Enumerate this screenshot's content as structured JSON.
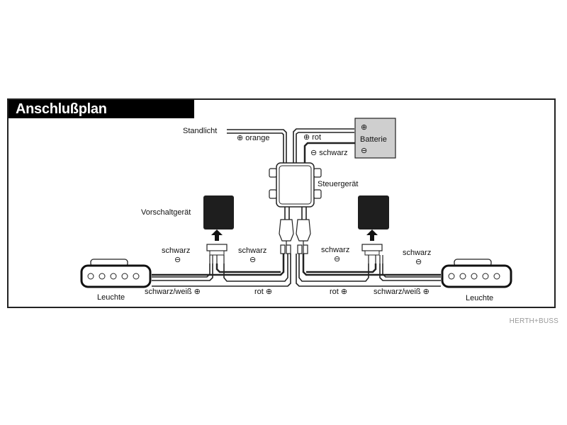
{
  "title": "Anschlußplan",
  "brand": "HERTH+BUSS",
  "labels": {
    "standlicht": "Standlicht",
    "orange": "⊕ orange",
    "rot_top": "⊕ rot",
    "schwarz_top": "⊖ schwarz",
    "batterie": "Batterie",
    "batterie_plus": "⊕",
    "batterie_minus": "⊖",
    "steuergeraet": "Steuergerät",
    "vorschaltgeraet": "Vorschaltgerät",
    "schwarz_1": "schwarz",
    "schwarz_2": "schwarz",
    "schwarz_3": "schwarz",
    "schwarz_4": "schwarz",
    "minus_sym": "⊖",
    "leuchte_left": "Leuchte",
    "leuchte_right": "Leuchte",
    "schwarz_weiss_left": "schwarz/weiß ⊕",
    "schwarz_weiss_right": "schwarz/weiß ⊕",
    "rot_left": "rot ⊕",
    "rot_right": "rot ⊕"
  },
  "colors": {
    "frame": "#222222",
    "battery_fill": "#cfcfcf",
    "module_fill": "#1e1e1e",
    "wire": "#222222"
  }
}
